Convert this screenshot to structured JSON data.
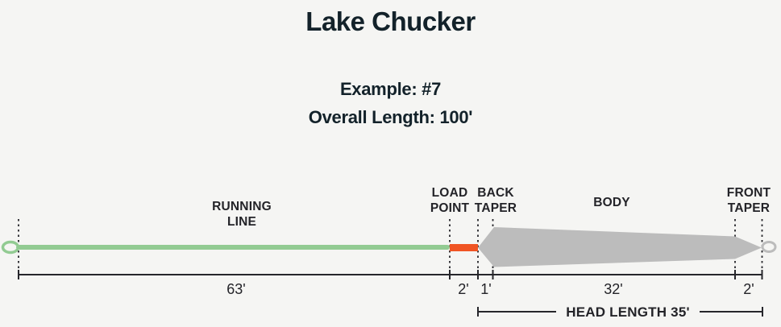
{
  "title": "Lake Chucker",
  "subtitle": {
    "example": "Example: #7",
    "overall_length": "Overall Length: 100'"
  },
  "diagram": {
    "sections": {
      "running_line": {
        "label_line1": "RUNNING",
        "label_line2": "LINE",
        "length": "63'"
      },
      "load_point": {
        "label_line1": "LOAD",
        "label_line2": "POINT",
        "length": "2'"
      },
      "back_taper": {
        "label_line1": "BACK",
        "label_line2": "TAPER",
        "length": "1'"
      },
      "body": {
        "label": "BODY",
        "length": "32'"
      },
      "front_taper": {
        "label_line1": "FRONT",
        "label_line2": "TAPER",
        "length": "2'"
      }
    },
    "head_length_label": "HEAD LENGTH 35'",
    "colors": {
      "running_line": "#92cb92",
      "load_point": "#f05423",
      "head": "#bcbcbc",
      "guides": "#26262b",
      "text": "#232328",
      "title_text": "#13222a",
      "background": "#f5f5f3"
    }
  }
}
